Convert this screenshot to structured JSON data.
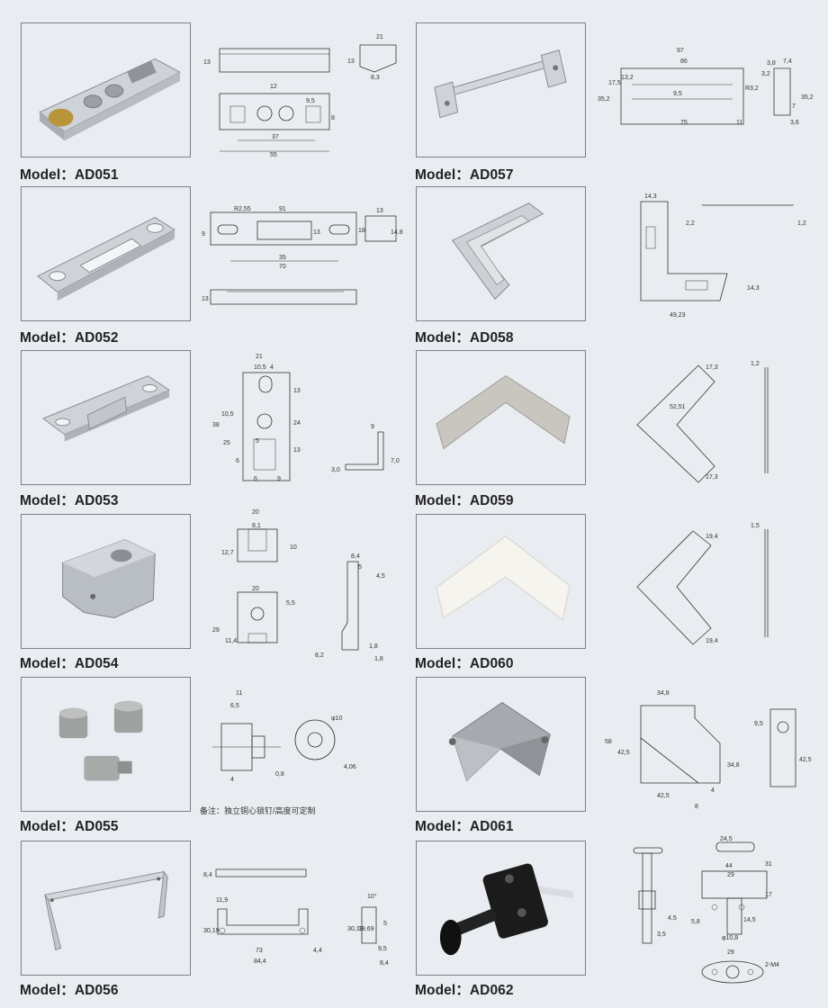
{
  "model_prefix": "Model：",
  "products": [
    {
      "model": "AD051",
      "dims": [
        "13",
        "21",
        "13",
        "8,3",
        "12",
        "9,5",
        "8",
        "37",
        "55"
      ]
    },
    {
      "model": "AD052",
      "dims": [
        "91",
        "R2,55",
        "9",
        "13",
        "13",
        "18",
        "14,8",
        "35",
        "70",
        "13"
      ]
    },
    {
      "model": "AD053",
      "dims": [
        "21",
        "10,5",
        "4",
        "13",
        "38",
        "10,5",
        "24",
        "25",
        "5",
        "13",
        "6",
        "6",
        "9",
        "9",
        "3,0",
        "7,0"
      ]
    },
    {
      "model": "AD054",
      "dims": [
        "20",
        "8,1",
        "12,7",
        "10",
        "20",
        "5,5",
        "29",
        "11,4",
        "8,4",
        "5",
        "4,5",
        "8,2",
        "1,8",
        "1,8"
      ]
    },
    {
      "model": "AD055",
      "dims": [
        "11",
        "6,5",
        "4",
        "0,8",
        "φ10",
        "4,06"
      ]
    },
    {
      "model": "AD056",
      "dims": [
        "8,4",
        "11,9",
        "30,19",
        "73",
        "84,4",
        "4,4",
        "10°",
        "30,19",
        "19,69",
        "5",
        "9,5",
        "8,4"
      ]
    },
    {
      "model": "AD057",
      "dims": [
        "97",
        "86",
        "35,2",
        "17,5",
        "13,2",
        "9,5",
        "R3,2",
        "75",
        "11",
        "3,8",
        "7,4",
        "3,2",
        "35,2",
        "7",
        "3,6"
      ]
    },
    {
      "model": "AD058",
      "dims": [
        "14,3",
        "2,2",
        "1,2",
        "14,3",
        "49,23"
      ]
    },
    {
      "model": "AD059",
      "dims": [
        "17,3",
        "52,51",
        "17,3",
        "1,2"
      ]
    },
    {
      "model": "AD060",
      "dims": [
        "19,4",
        "19,4",
        "1,5"
      ]
    },
    {
      "model": "AD061",
      "dims": [
        "34,8",
        "58",
        "42,5",
        "34,8",
        "42,5",
        "4",
        "8",
        "9,5",
        "42,5"
      ]
    },
    {
      "model": "AD062",
      "dims": [
        "24,5",
        "44",
        "29",
        "31",
        "17",
        "4,5",
        "5,8",
        "3,5",
        "14,5",
        "φ10,8",
        "29",
        "2-M4"
      ]
    }
  ],
  "note_055": "备注：独立铜心锁钉/高度可定制",
  "colors": {
    "background": "#e9ecf1",
    "border": "#7c7f86",
    "aluminum": "#c9cdd3",
    "dark_part": "#1b1b1b",
    "brass": "#b8953a"
  }
}
